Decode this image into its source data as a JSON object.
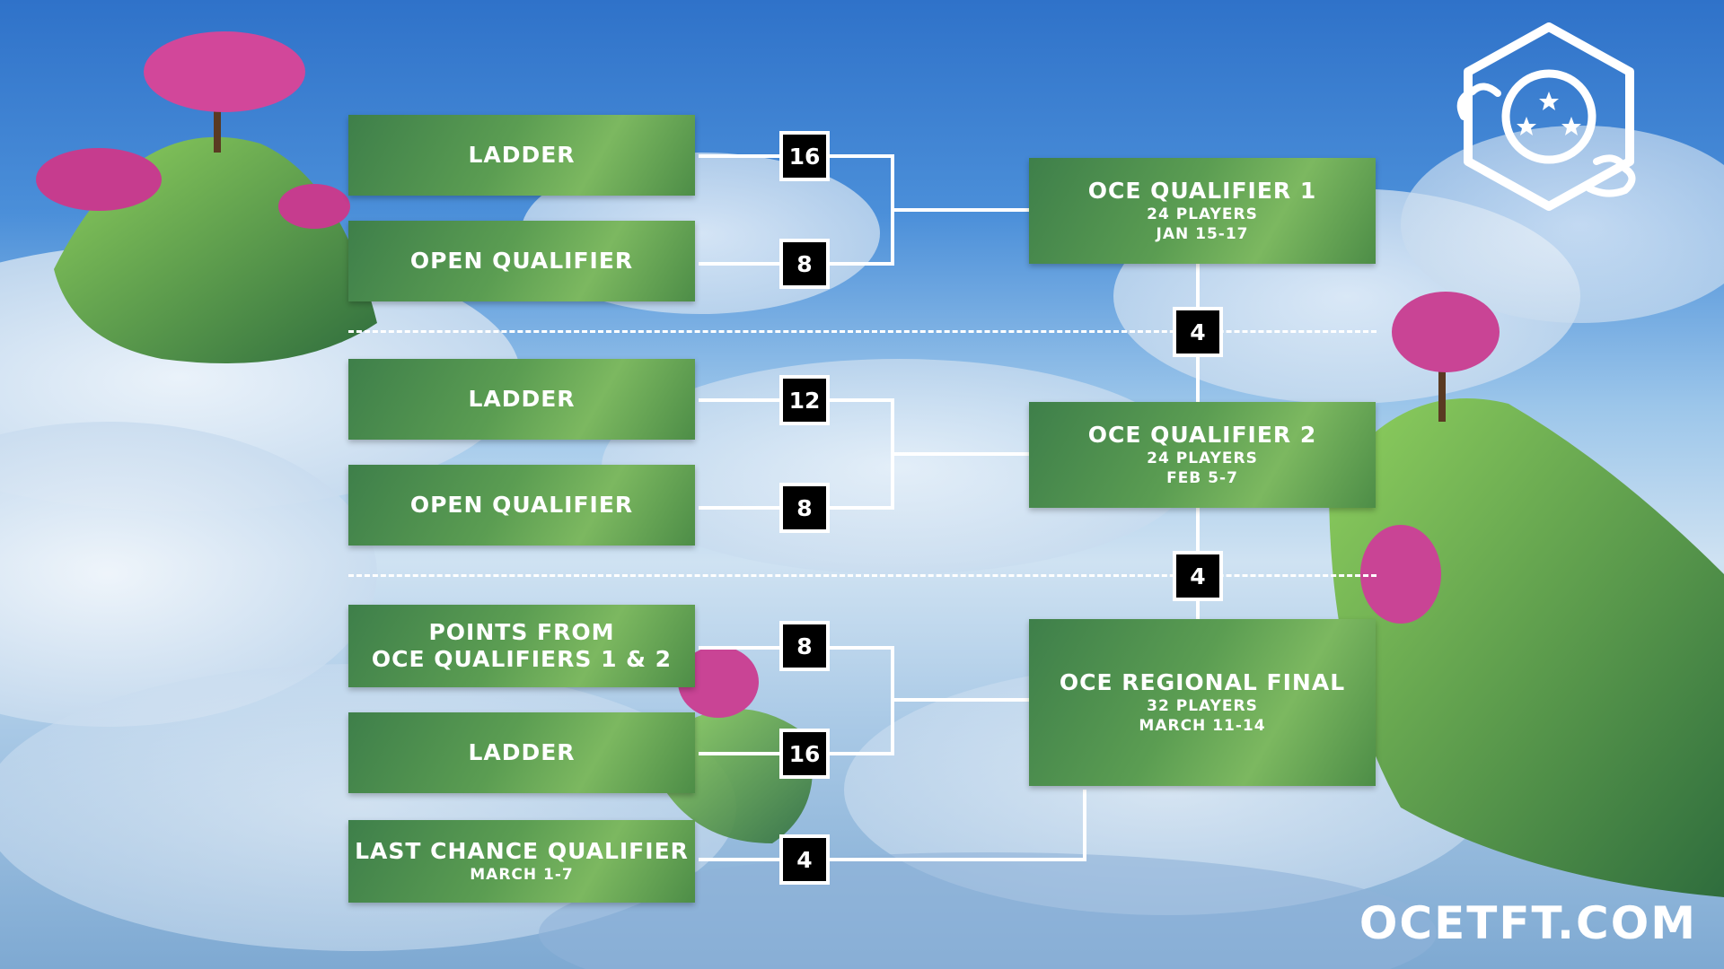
{
  "groups": [
    {
      "sources": [
        {
          "title": "LADDER",
          "seats": "16"
        },
        {
          "title": "OPEN QUALIFIER",
          "seats": "8"
        }
      ],
      "event": {
        "title": "OCE QUALIFIER 1",
        "players": "24 PLAYERS",
        "date": "JAN 15-17"
      },
      "advance": "4"
    },
    {
      "sources": [
        {
          "title": "LADDER",
          "seats": "12"
        },
        {
          "title": "OPEN QUALIFIER",
          "seats": "8"
        }
      ],
      "event": {
        "title": "OCE QUALIFIER 2",
        "players": "24 PLAYERS",
        "date": "FEB 5-7"
      },
      "advance": "4"
    },
    {
      "sources": [
        {
          "title_line1": "POINTS FROM",
          "title_line2": "OCE QUALIFIERS 1 & 2",
          "seats": "8"
        },
        {
          "title": "LADDER",
          "seats": "16"
        },
        {
          "title": "LAST CHANCE QUALIFIER",
          "date": "MARCH 1-7",
          "seats": "4"
        }
      ],
      "event": {
        "title": "OCE REGIONAL FINAL",
        "players": "32 PLAYERS",
        "date": "MARCH 11-14"
      }
    }
  ],
  "website": "OCETFT.COM",
  "logo_icon": "cloud-hexagon-star-logo-icon"
}
